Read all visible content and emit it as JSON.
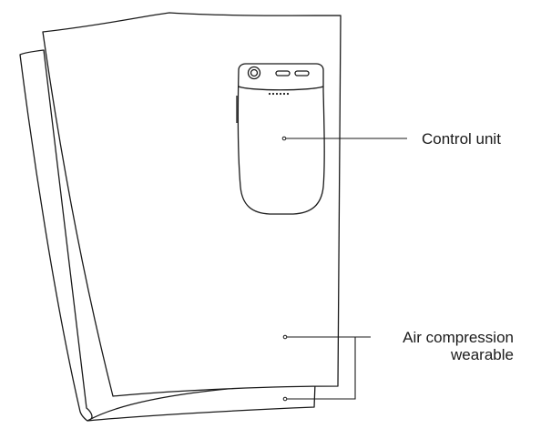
{
  "callouts": {
    "control_unit": "Control unit",
    "wearable_line1": "Air compression",
    "wearable_line2": "wearable"
  },
  "colors": {
    "stroke": "#1a1a1a",
    "background": "#ffffff"
  }
}
